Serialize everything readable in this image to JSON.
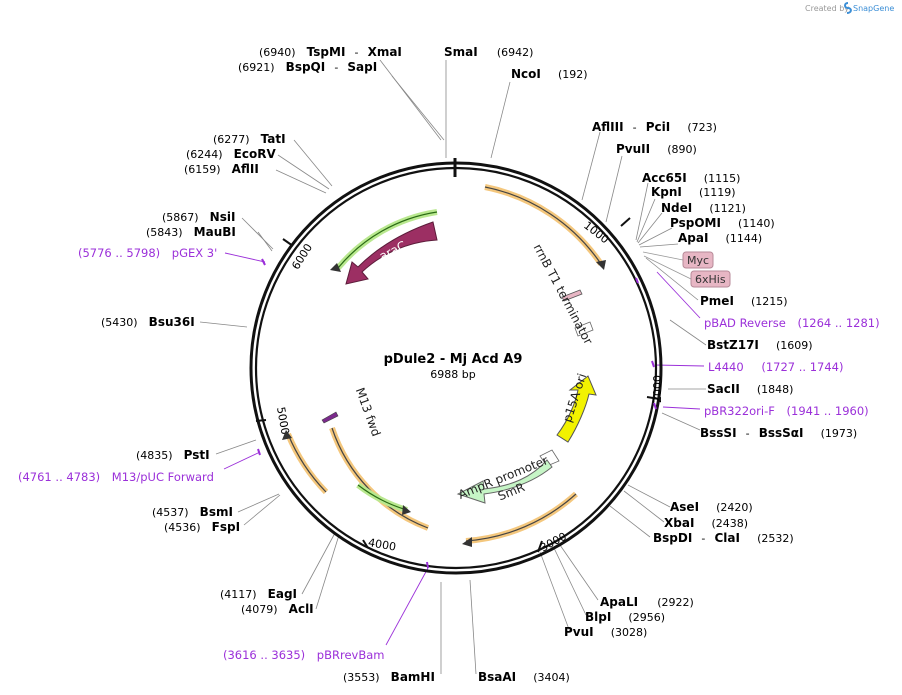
{
  "credit": "Created by",
  "brand": "SnapGene",
  "plasmid": {
    "name": "pDule2 - Mj Acd A9",
    "size": "6988 bp"
  },
  "ticks": [
    "1000",
    "2000",
    "3000",
    "4000",
    "5000",
    "6000"
  ],
  "sites": [
    {
      "pos": "(6940)",
      "name": "TspMI",
      "name2": "XmaI"
    },
    {
      "pos": "(6921)",
      "name": "BspQI",
      "name2": "SapI"
    },
    {
      "pos": "(6942)",
      "name": "SmaI"
    },
    {
      "pos": "(192)",
      "name": "NcoI"
    },
    {
      "pos": "(723)",
      "name": "AflIII",
      "name2": "PciI"
    },
    {
      "pos": "(890)",
      "name": "PvuII"
    },
    {
      "pos": "(1115)",
      "name": "Acc65I"
    },
    {
      "pos": "(1119)",
      "name": "KpnI"
    },
    {
      "pos": "(1121)",
      "name": "NdeI"
    },
    {
      "pos": "(1140)",
      "name": "PspOMI"
    },
    {
      "pos": "(1144)",
      "name": "ApaI"
    },
    {
      "pos": "(1215)",
      "name": "PmeI"
    },
    {
      "pos": "(1609)",
      "name": "BstZ17I"
    },
    {
      "pos": "(1848)",
      "name": "SacII"
    },
    {
      "pos": "(1973)",
      "name": "BssSI",
      "name2": "BssSαI"
    },
    {
      "pos": "(2420)",
      "name": "AseI"
    },
    {
      "pos": "(2438)",
      "name": "XbaI"
    },
    {
      "pos": "(2532)",
      "name": "BspDI",
      "name2": "ClaI"
    },
    {
      "pos": "(2922)",
      "name": "ApaLI"
    },
    {
      "pos": "(2956)",
      "name": "BlpI"
    },
    {
      "pos": "(3028)",
      "name": "PvuI"
    },
    {
      "pos": "(3404)",
      "name": "BsaAI"
    },
    {
      "pos": "(3553)",
      "name": "BamHI"
    },
    {
      "pos": "(4079)",
      "name": "AclI"
    },
    {
      "pos": "(4117)",
      "name": "EagI"
    },
    {
      "pos": "(4536)",
      "name": "FspI"
    },
    {
      "pos": "(4537)",
      "name": "BsmI"
    },
    {
      "pos": "(4835)",
      "name": "PstI"
    },
    {
      "pos": "(5430)",
      "name": "Bsu36I"
    },
    {
      "pos": "(5843)",
      "name": "MauBI"
    },
    {
      "pos": "(5867)",
      "name": "NsiI"
    },
    {
      "pos": "(6159)",
      "name": "AflII"
    },
    {
      "pos": "(6244)",
      "name": "EcoRV"
    },
    {
      "pos": "(6277)",
      "name": "TatI"
    }
  ],
  "primers": [
    {
      "name": "pBAD Reverse",
      "range": "(1264 .. 1281)"
    },
    {
      "name": "L4440",
      "range": "(1727 .. 1744)"
    },
    {
      "name": "pBR322ori-F",
      "range": "(1941 .. 1960)"
    },
    {
      "name": "pBRrevBam",
      "range": "(3616 .. 3635)"
    },
    {
      "name": "M13/pUC Forward",
      "range": "(4761 .. 4783)"
    },
    {
      "name": "pGEX 3'",
      "range": "(5776 .. 5798)"
    }
  ],
  "features": {
    "araC": "araC",
    "rrnB": "rrnB T1 terminator",
    "p15A": "p15A ori",
    "ampr": "AmpR promoter",
    "smr": "SmR",
    "m13": "M13 fwd",
    "myc": "Myc",
    "his": "6xHis"
  },
  "colors": {
    "primer": "#9b30d9",
    "araC": "#9c2f63",
    "p15A": "#f2f200",
    "smr": "#c6f5c6",
    "orf": "#f4c77d",
    "tag": "#e7b6c4"
  }
}
